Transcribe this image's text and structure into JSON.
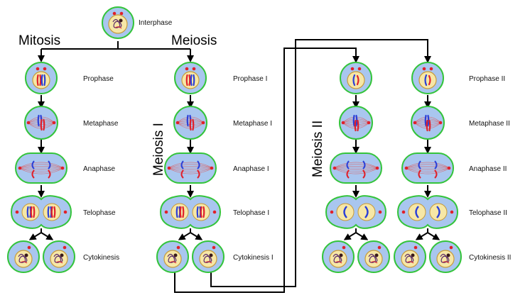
{
  "titles": {
    "mitosis": "Mitosis",
    "meiosis": "Meiosis",
    "meiosis_1": "Meiosis I",
    "meiosis_2": "Meiosis II"
  },
  "top": {
    "interphase": "Interphase"
  },
  "mitosis_stages": [
    "Prophase",
    "Metaphase",
    "Anaphase",
    "Telophase",
    "Cytokinesis"
  ],
  "meiosis1_stages": [
    "Prophase I",
    "Metaphase I",
    "Anaphase I",
    "Telophase I",
    "Cytokinesis I"
  ],
  "meiosis2_stages": [
    "Prophase II",
    "Metaphase II",
    "Anaphase II",
    "Telophase II",
    "Cytokinesis II"
  ],
  "colors": {
    "cell_fill": "#a9c6ef",
    "cell_stroke": "#34c43b",
    "nucleus_fill": "#f6e7a6",
    "nucleus_stroke": "#c79a3a",
    "chromosome_red": "#e0202a",
    "chromosome_blue": "#2a3fd8",
    "spindle": "#e05a5a",
    "dark_chromatin": "#5a2a6a"
  },
  "icons": {
    "arrow": "down-arrow-icon",
    "split": "split-arrow-icon"
  }
}
